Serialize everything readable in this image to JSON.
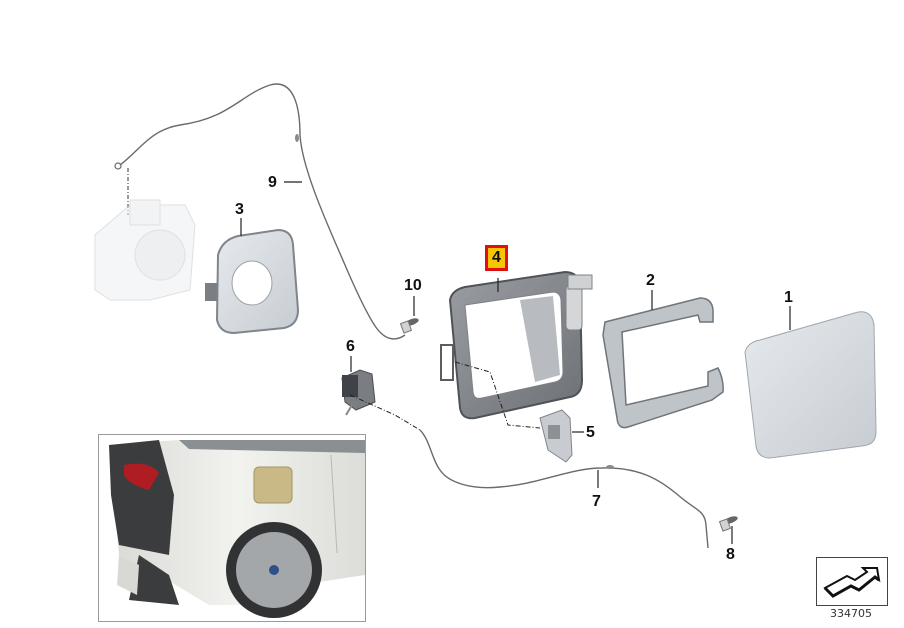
{
  "diagram": {
    "title": "Fuel filler flap / charging socket flap — exploded parts diagram",
    "highlight_color": "#f7c600",
    "highlight_border": "#e01010",
    "callouts": [
      {
        "id": "1",
        "label": "1",
        "part": "charging-flap-cover"
      },
      {
        "id": "2",
        "label": "2",
        "part": "frame-seal"
      },
      {
        "id": "3",
        "label": "3",
        "part": "socket-cover-plate"
      },
      {
        "id": "4",
        "label": "4",
        "part": "flap-housing",
        "highlighted": true
      },
      {
        "id": "5",
        "label": "5",
        "part": "bracket"
      },
      {
        "id": "6",
        "label": "6",
        "part": "actuator"
      },
      {
        "id": "7",
        "label": "7",
        "part": "emergency-release-cable"
      },
      {
        "id": "8",
        "label": "8",
        "part": "expanding-rivet"
      },
      {
        "id": "9",
        "label": "9",
        "part": "release-cable"
      },
      {
        "id": "10",
        "label": "10",
        "part": "expanding-rivet"
      }
    ],
    "inset": {
      "description": "Rear quarter of vehicle showing charging flap position",
      "flap_color": "#c9b986"
    },
    "nav_icon": "next-page-arrow-icon",
    "reference_number": "334705"
  }
}
